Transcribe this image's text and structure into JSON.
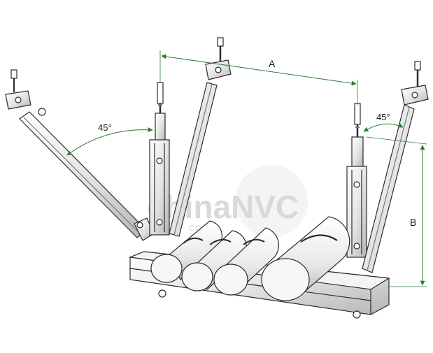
{
  "diagram": {
    "dimension_a_label": "A",
    "dimension_b_label": "B",
    "angle_left_label": "45°",
    "angle_right_label": "45°",
    "watermark_text": "chinaNVC",
    "watermark_sub": "COM"
  },
  "colors": {
    "line": "#2b2b2b",
    "dimension": "#2e7d32",
    "steel_light": "#f2f2f2",
    "steel_mid": "#d9d9d9",
    "steel_dark": "#a8a8a8",
    "rod_accent": "#3a9a3a"
  }
}
